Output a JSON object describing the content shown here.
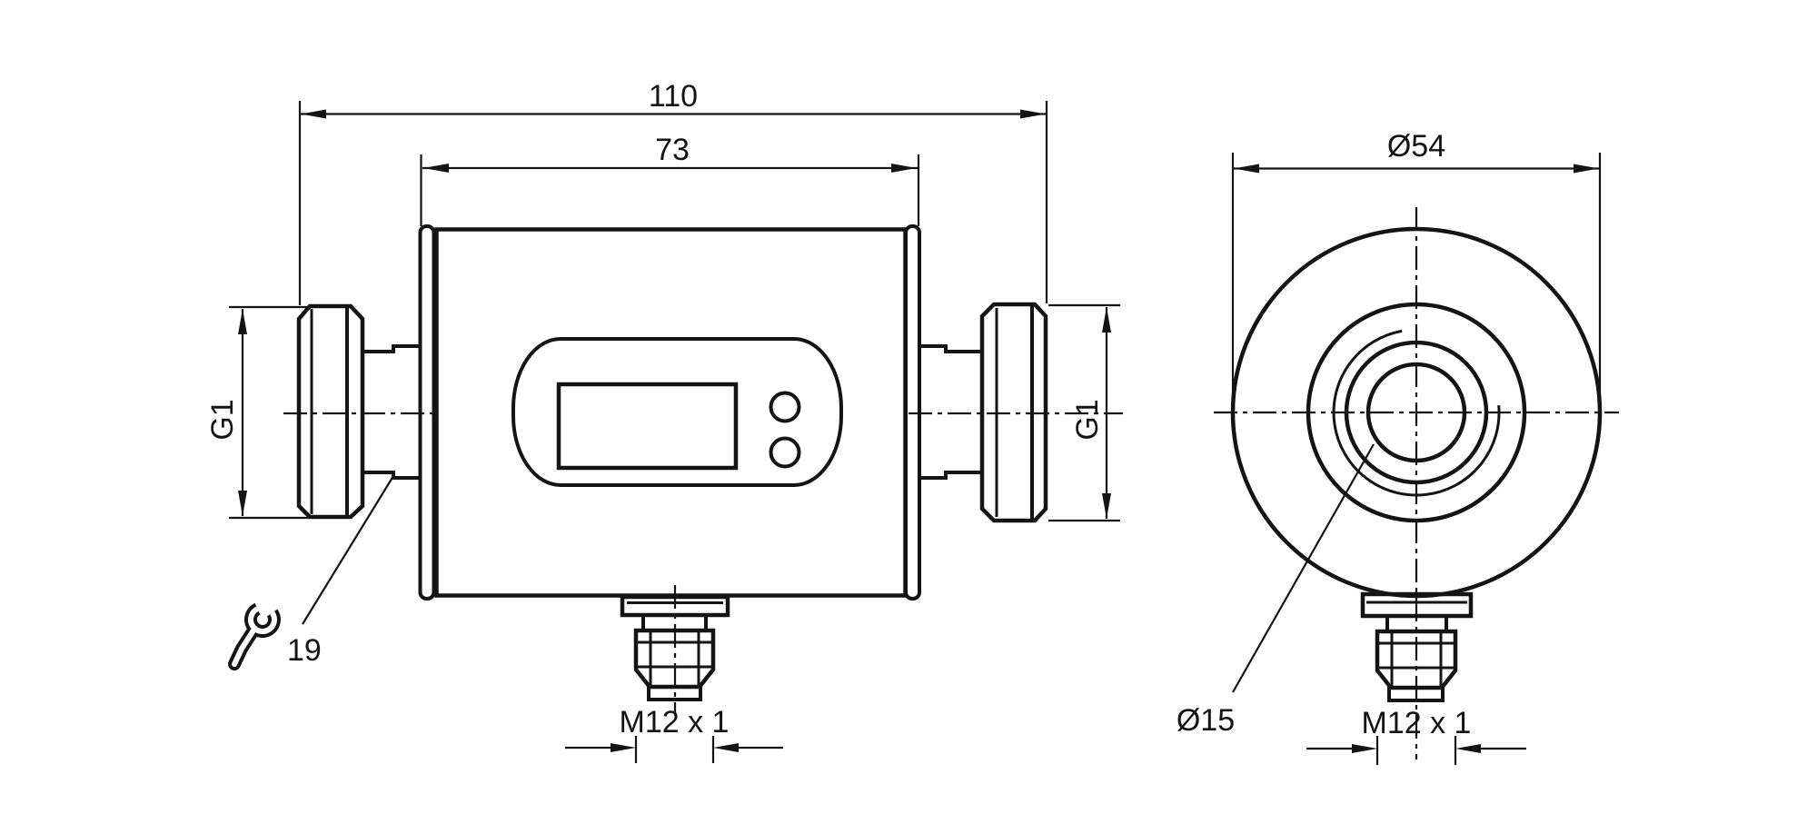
{
  "drawing": {
    "type": "dimensional-drawing",
    "subject": "magnetic flow sensor with display, G1 process connection and M12 plug",
    "colors": {
      "line": "#141414",
      "background": "#ffffff"
    },
    "front": {
      "overall_width": "110",
      "body_width": "73",
      "port_thread_left": "G1",
      "port_thread_right": "G1",
      "wrench_size": "19",
      "connector_thread": "M12 x 1"
    },
    "side": {
      "outer_diameter": "Ø54",
      "bore_diameter": "Ø15",
      "connector_thread": "M12 x 1"
    }
  }
}
